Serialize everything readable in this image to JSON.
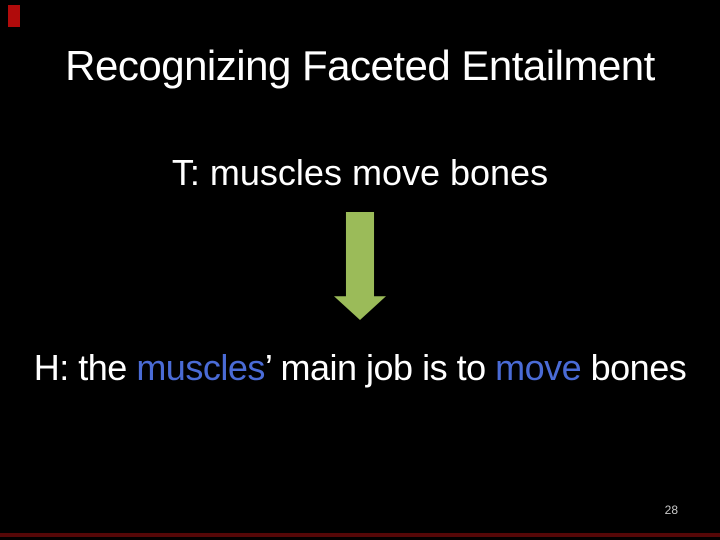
{
  "slide": {
    "title": "Recognizing Faceted Entailment",
    "t_line": "T: muscles move bones",
    "h_line": {
      "seg1": "H: the ",
      "seg2": "muscles",
      "seg3": "’ main job is to ",
      "seg4": "move",
      "seg5": " bones"
    },
    "page_number": "28",
    "icons": {
      "arrow": "down-arrow"
    },
    "colors": {
      "background": "#000000",
      "text": "#ffffff",
      "highlight_blue": "#4a6bd6",
      "arrow_green": "#9bbb59",
      "artifact_red": "#b00b0b",
      "bottom_line_red": "#550707",
      "page_number_gray": "#c8c8c8"
    }
  }
}
